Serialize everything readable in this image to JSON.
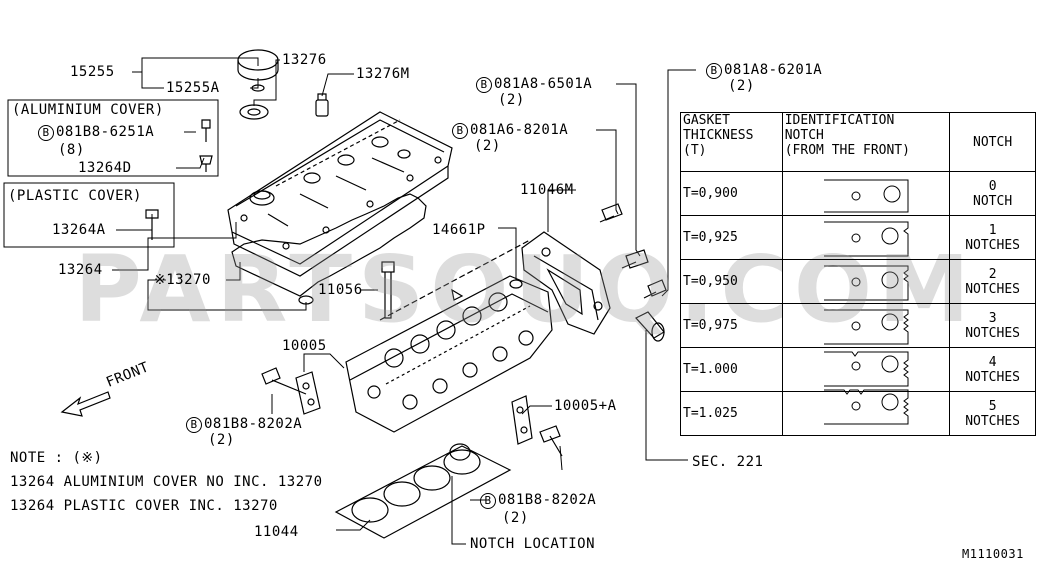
{
  "watermark": "PARTSOUQ.COM",
  "diagram_code": "M1110031",
  "front_label": "FRONT",
  "labels": {
    "p15255": "15255",
    "p15255a": "15255A",
    "p13276": "13276",
    "p13276m": "13276M",
    "aluminium_cover": "(ALUMINIUM COVER)",
    "bolt_6251a": "081B8-6251A",
    "bolt_6251a_qty": "(8)",
    "p13264d": "13264D",
    "plastic_cover": "(PLASTIC COVER)",
    "p13264a": "13264A",
    "p13264": "13264",
    "p13270": "※13270",
    "p11056": "11056",
    "p10005": "10005",
    "p10005a": "10005+A",
    "bolt_8202a_left": "081B8-8202A",
    "bolt_8202a_left_qty": "(2)",
    "bolt_8202a_right": "081B8-8202A",
    "bolt_8202a_right_qty": "(2)",
    "bolt_6501a": "081A8-6501A",
    "bolt_6501a_qty": "(2)",
    "bolt_8201a": "081A6-8201A",
    "bolt_8201a_qty": "(2)",
    "bolt_6201a": "081A8-6201A",
    "bolt_6201a_qty": "(2)",
    "p11046m": "11046M",
    "p14661p": "14661P",
    "sec221": "SEC. 221",
    "p11044": "11044",
    "notch_location": "NOTCH LOCATION",
    "bolt_prefix": "B"
  },
  "note": {
    "title": "NOTE : (※)",
    "line1": "13264 ALUMINIUM COVER NO INC. 13270",
    "line2": "13264 PLASTIC COVER INC. 13270"
  },
  "gasket_table": {
    "header_thickness": [
      "GASKET",
      "THICKNESS",
      "(T)"
    ],
    "header_identification": [
      "IDENTIFICATION",
      "NOTCH",
      "(FROM THE FRONT)"
    ],
    "header_notch": "NOTCH",
    "rows": [
      {
        "thickness": "T=0,900",
        "count": "0",
        "word": "NOTCH"
      },
      {
        "thickness": "T=0,925",
        "count": "1",
        "word": "NOTCHES"
      },
      {
        "thickness": "T=0,950",
        "count": "2",
        "word": "NOTCHES"
      },
      {
        "thickness": "T=0,975",
        "count": "3",
        "word": "NOTCHES"
      },
      {
        "thickness": "T=1.000",
        "count": "4",
        "word": "NOTCHES"
      },
      {
        "thickness": "T=1.025",
        "count": "5",
        "word": "NOTCHES"
      }
    ]
  }
}
